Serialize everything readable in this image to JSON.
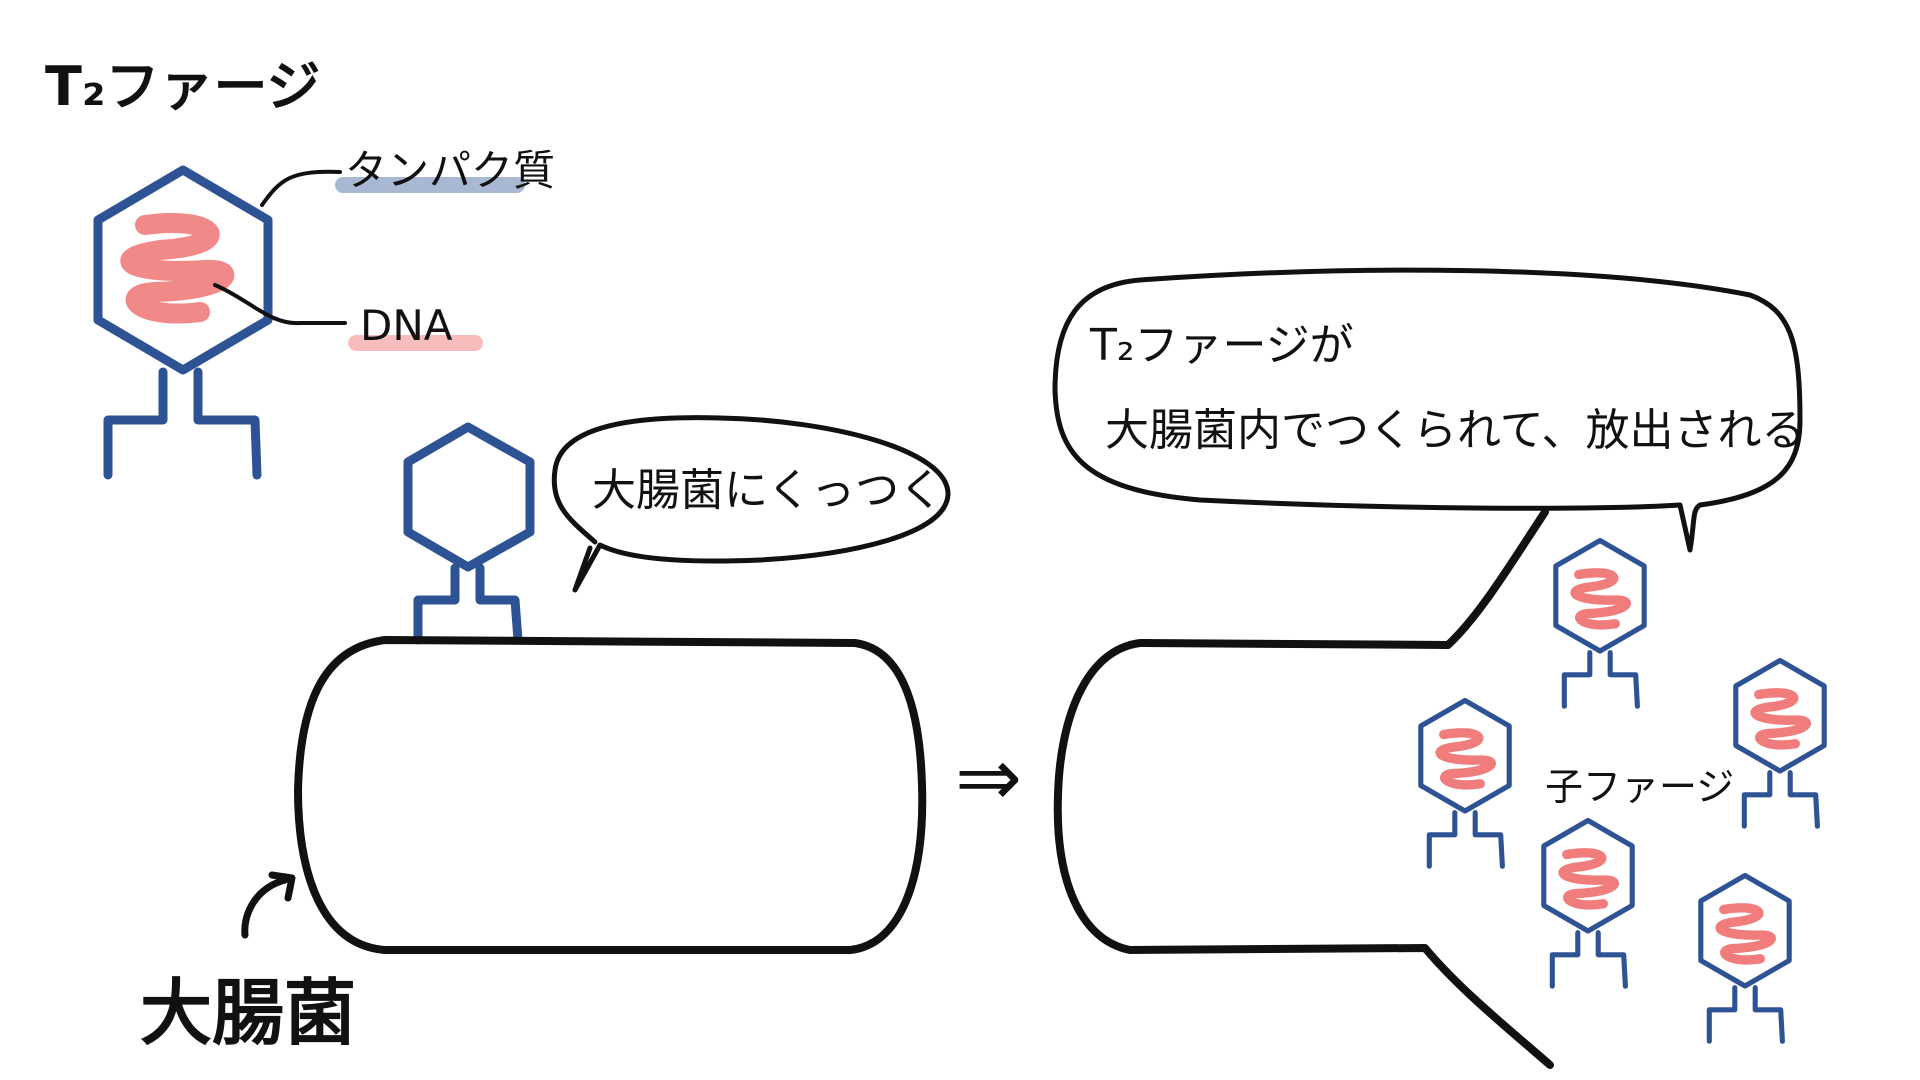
{
  "title": "T₂ファージ",
  "labels": {
    "protein": "タンパク質",
    "dna": "DNA",
    "bacterium": "大腸菌",
    "progeny": "子ファージ"
  },
  "bubbles": {
    "attach": "大腸菌にくっつく",
    "release_line1": "T₂ファージが",
    "release_line2": "大腸菌内でつくられて、放出される"
  },
  "arrow": "⇒",
  "colors": {
    "phage": "#2e5394",
    "dna": "#f07c7c",
    "protein_highlight": "#9fb0ce",
    "dna_highlight": "#f6b6b6",
    "ink": "#111111"
  }
}
